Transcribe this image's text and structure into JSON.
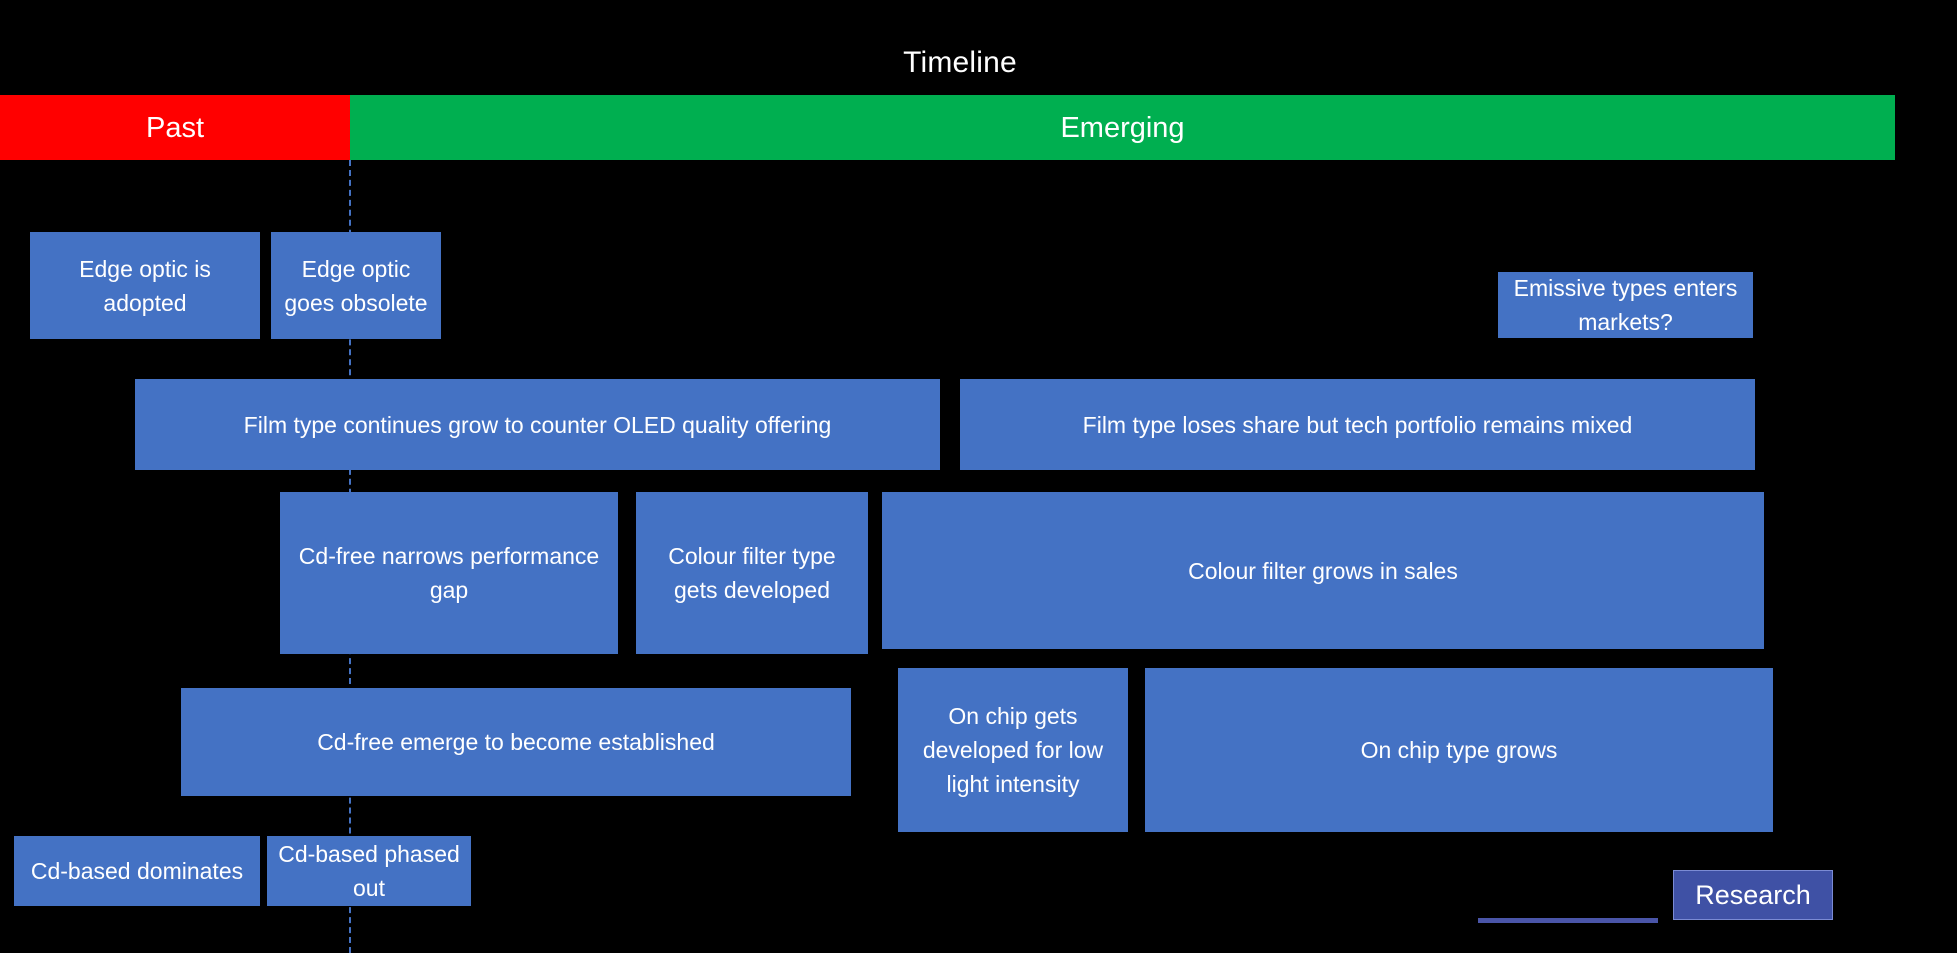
{
  "title": "Timeline",
  "colors": {
    "background": "#000000",
    "past_phase": "#FF0000",
    "emerging_phase": "#00AF50",
    "event_box": "#4472C4",
    "divider": "#4472C4",
    "legend_chip": "#3F51A5",
    "text": "#FFFFFF"
  },
  "phases": [
    {
      "label": "Past",
      "color": "#FF0000"
    },
    {
      "label": "Emerging",
      "color": "#00AF50"
    }
  ],
  "events": [
    {
      "label": "Edge optic is adopted"
    },
    {
      "label": "Edge optic goes obsolete"
    },
    {
      "label": "Emissive types enters markets?"
    },
    {
      "label": "Film type continues grow to counter OLED quality offering"
    },
    {
      "label": "Film type loses share but tech portfolio remains mixed"
    },
    {
      "label": "Cd-free narrows performance gap"
    },
    {
      "label": "Colour filter type gets developed"
    },
    {
      "label": "Colour filter grows in sales"
    },
    {
      "label": "Cd-free emerge to become established"
    },
    {
      "label": "On chip gets developed for low light intensity"
    },
    {
      "label": "On chip type grows"
    },
    {
      "label": "Cd-based dominates"
    },
    {
      "label": "Cd-based phased out"
    }
  ],
  "legend": {
    "label": "Research"
  }
}
